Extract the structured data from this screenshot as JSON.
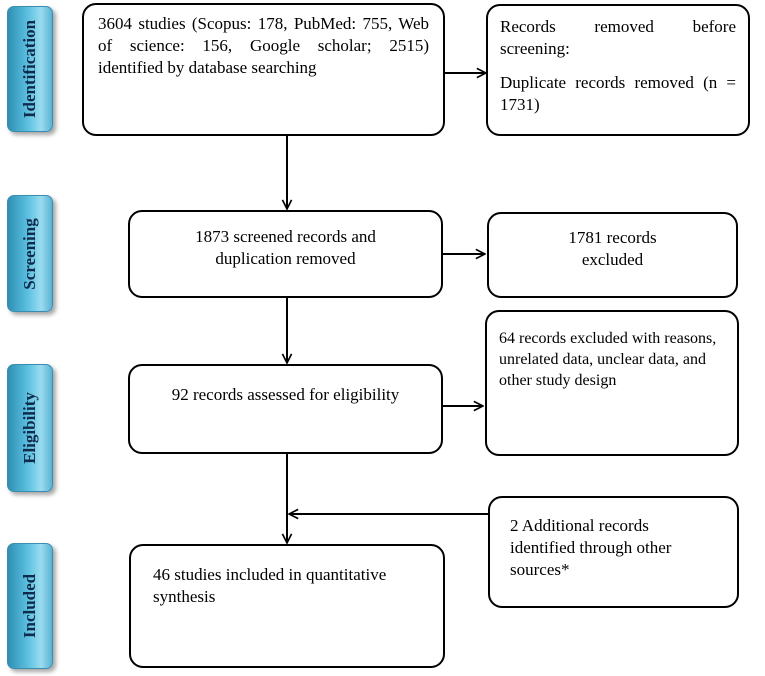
{
  "phases": {
    "identification": "Identification",
    "screening": "Screening",
    "eligibility": "Eligibility",
    "included": "Included"
  },
  "boxes": {
    "identified": "3604 studies (Scopus: 178, PubMed: 755, Web of science: 156, Google scholar; 2515) identified by database searching",
    "removed_heading": "Records removed before screening:",
    "removed_detail": "Duplicate records removed (n = 1731)",
    "screened": "1873 screened records and duplication removed",
    "excluded": "1781 records excluded",
    "assessed": "92 records assessed for eligibility",
    "excluded_reasons": "64 records excluded with reasons, unrelated data, unclear data, and other study design",
    "additional": "2 Additional records identified through other sources*",
    "included": "46 studies included in quantitative synthesis"
  }
}
